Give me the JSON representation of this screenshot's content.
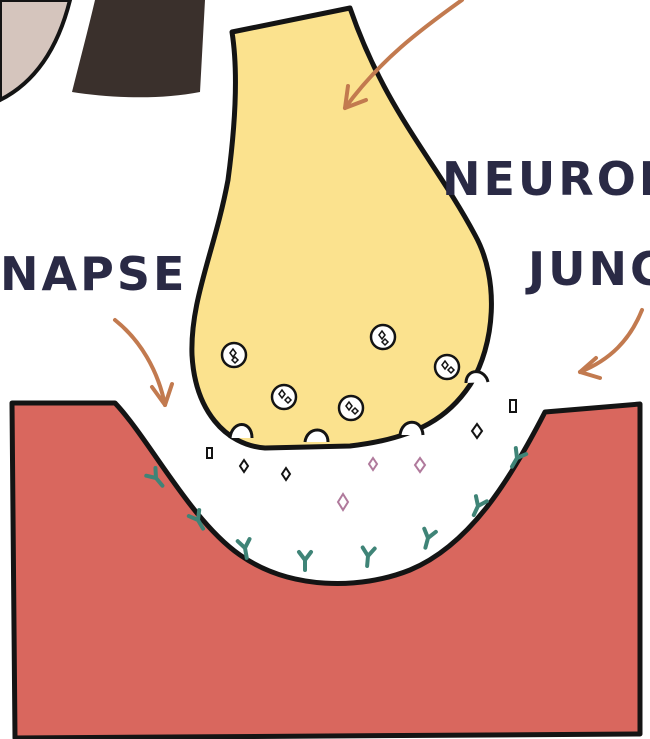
{
  "labels": {
    "synapse_fragment": "NAPSE",
    "neuromuscular_line1": "NEUROM",
    "neuromuscular_line2": "JUNC"
  },
  "colors": {
    "axon_terminal": "#fbe28e",
    "muscle": "#d9675e",
    "outline": "#141414",
    "arrow": "#c27a4f",
    "receptor": "#3f8477",
    "neurotransmitter": "#b07a9c",
    "cut_off_shape_light": "#d5c5bd",
    "cut_off_shape_dark": "#3a302c"
  },
  "icons": {
    "vesicle": "vesicle-icon",
    "receptor": "receptor-icon",
    "neurotransmitter": "neurotransmitter-icon",
    "arrow": "arrow-icon"
  }
}
